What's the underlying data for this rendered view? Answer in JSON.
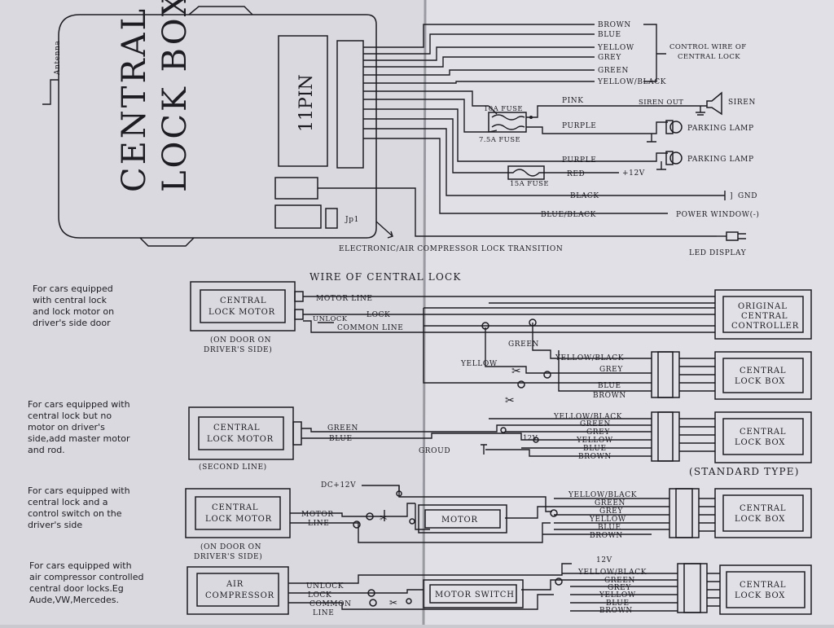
{
  "top": {
    "box_title_1": "CENTRAL",
    "box_title_2": "LOCK BOX",
    "antenna": "Antenna",
    "connector": "11PIN",
    "jp": "Jp1",
    "transition": "ELECTRONIC/AIR COMPRESSOR LOCK TRANSITION",
    "led_display": "LED DISPLAY",
    "control_wire": [
      "CONTROL WIRE OF",
      "CENTRAL LOCK"
    ],
    "wires": [
      "BROWN",
      "BLUE",
      "YELLOW",
      "GREY",
      "GREEN",
      "YELLOW/BLACK",
      "PINK",
      "PURPLE",
      "PURPLE",
      "RED",
      "BLACK",
      "BLUE/BLACK"
    ],
    "fuse_10a": "10A FUSE",
    "fuse_75a": "7.5A FUSE",
    "fuse_15a": "15A FUSE",
    "plus12v": "+12V",
    "siren_out": "SIREN OUT",
    "siren": "SIREN",
    "parking_lamp": "PARKING LAMP",
    "gnd": "GND",
    "power_window": "POWER WINDOW(-)"
  },
  "wire_title": "WIRE OF CENTRAL LOCK",
  "common": {
    "central_lock_motor": [
      "CENTRAL",
      "LOCK MOTOR"
    ],
    "central_lock_box": [
      "CENTRAL",
      "LOCK BOX"
    ],
    "signal_wires": [
      "YELLOW/BLACK",
      "GREEN",
      "GREY",
      "YELLOW",
      "BLUE",
      "BROWN"
    ]
  },
  "s1": {
    "note": [
      "For cars equipped",
      "with central lock",
      "and lock motor on",
      "driver's side door"
    ],
    "motor_line": "MOTOR LINE",
    "unlock": "UNLOCK",
    "lock": "LOCK",
    "common_line": "COMMON LINE",
    "sub": [
      "(ON DOOR ON",
      "DRIVER'S SIDE)"
    ],
    "orig_ctrl": [
      "ORIGINAL",
      "CENTRAL",
      "CONTROLLER"
    ],
    "green": "GREEN",
    "yellow": "YELLOW",
    "wires": [
      "YELLOW/BLACK",
      "GREY",
      "BLUE",
      "BROWN"
    ]
  },
  "s2": {
    "note": [
      "For cars equipped with",
      "central lock but no",
      "motor on driver's",
      "side,add master motor",
      "and rod."
    ],
    "green": "GREEN",
    "blue": "BLUE",
    "sub": "(SECOND LINE)",
    "groud": "GROUD",
    "v12": "12V",
    "standard": "(STANDARD TYPE)"
  },
  "s3": {
    "note": [
      "For cars equipped with",
      "central lock and a",
      "control switch on the",
      "driver's side"
    ],
    "dc12": "DC+12V",
    "motor_line": [
      "MOTOR",
      "LINE"
    ],
    "motor": "MOTOR",
    "sub": [
      "(ON DOOR ON",
      "DRIVER'S SIDE)"
    ]
  },
  "s4": {
    "note": [
      "For cars equipped with",
      "air compressor controlled",
      "central door locks.Eg",
      "Aude,VW,Mercedes."
    ],
    "air_comp": [
      "AIR",
      "COMPRESSOR"
    ],
    "unlock": "UNLOCK",
    "lock": "LOCK",
    "common_line": [
      "COMMON",
      "LINE"
    ],
    "motor_switch": "MOTOR SWITCH",
    "v12": "12V"
  }
}
